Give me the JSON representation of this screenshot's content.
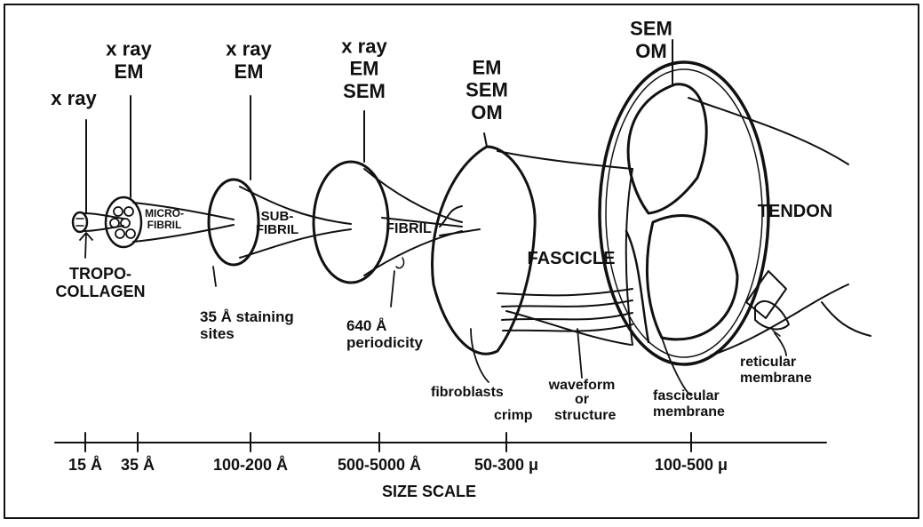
{
  "colors": {
    "ink": "#111111",
    "paper": "#ffffff"
  },
  "methods": {
    "tropocollagen": [
      "x ray"
    ],
    "microfibril": [
      "x ray",
      "EM"
    ],
    "subfibril": [
      "x ray",
      "EM"
    ],
    "fibril": [
      "x ray",
      "EM",
      "SEM"
    ],
    "fascicle": [
      "EM",
      "SEM",
      "OM"
    ],
    "tendon": [
      "SEM",
      "OM"
    ]
  },
  "structures": {
    "microfibril": "MICRO-\nFIBRIL",
    "subfibril": "SUB-\nFIBRIL",
    "fibril": "FIBRIL",
    "fascicle": "FASCICLE",
    "tendon": "TENDON"
  },
  "callouts": {
    "tropocollagen": "TROPO-\nCOLLAGEN",
    "staining_sites": "35 Å  staining\nsites",
    "periodicity": "640 Å\nperiodicity",
    "fibroblasts": "fibroblasts",
    "waveform_top": "waveform\nor",
    "crimp": "crimp",
    "structure": "structure",
    "fascicular_membrane": "fascicular\nmembrane",
    "reticular_membrane": "reticular\nmembrane"
  },
  "scale": {
    "ticks": [
      "15 Å",
      "35 Å",
      "100-200 Å",
      "500-5000 Å",
      "50-300 μ",
      "100-500 μ"
    ],
    "title": "SIZE    SCALE"
  }
}
